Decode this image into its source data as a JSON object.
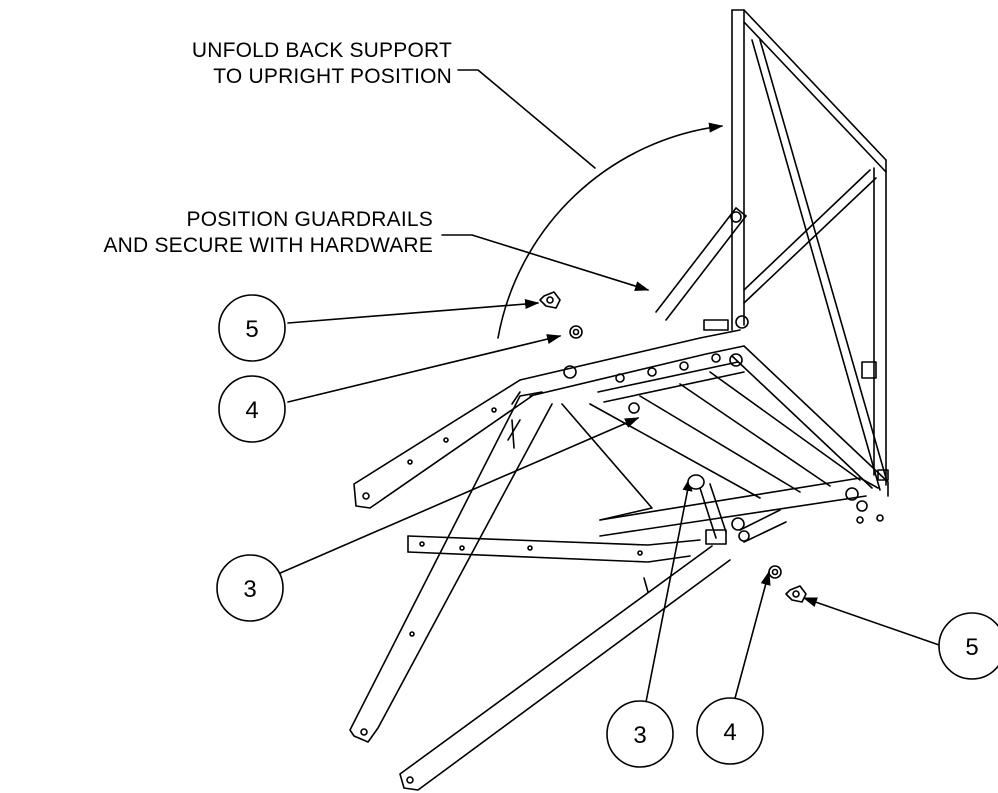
{
  "notes": {
    "unfold_back_support": [
      "UNFOLD BACK SUPPORT",
      "TO UPRIGHT POSITION"
    ],
    "position_guardrails": [
      "POSITION GUARDRAILS",
      "AND SECURE WITH HARDWARE"
    ]
  },
  "callouts": [
    {
      "id": "callout-5-left",
      "label": "5"
    },
    {
      "id": "callout-4-left",
      "label": "4"
    },
    {
      "id": "callout-3-left",
      "label": "3"
    },
    {
      "id": "callout-3-bottom",
      "label": "3"
    },
    {
      "id": "callout-4-bottom",
      "label": "4"
    },
    {
      "id": "callout-5-right",
      "label": "5"
    }
  ],
  "colors": {
    "line": "#000000",
    "background": "#ffffff"
  }
}
